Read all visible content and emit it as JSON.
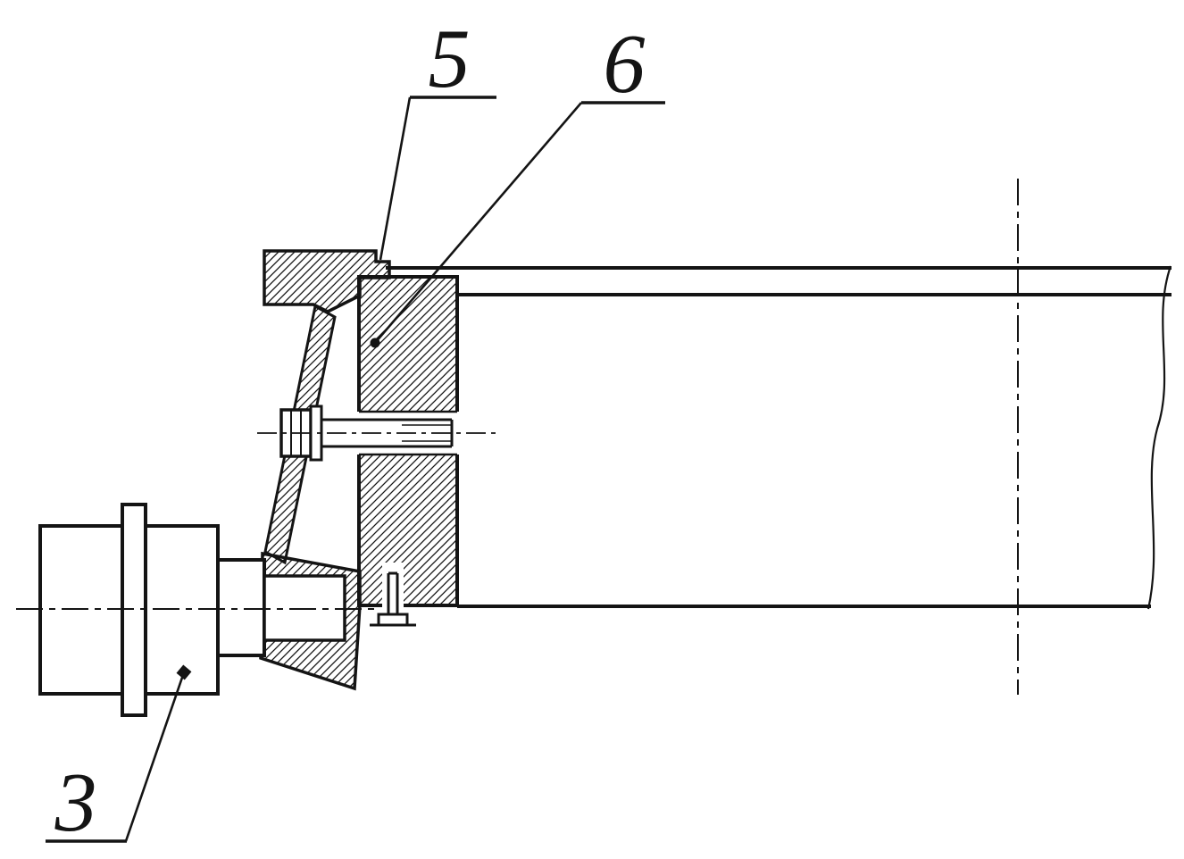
{
  "figure": {
    "type": "technical-drawing",
    "ink_color": "#141414",
    "paper_color": "#ffffff",
    "callouts": [
      {
        "id": "5",
        "label": "5",
        "target": "clamp-bracket"
      },
      {
        "id": "6",
        "label": "6",
        "target": "flange-block"
      },
      {
        "id": "3",
        "label": "3",
        "target": "device-housing"
      }
    ]
  }
}
